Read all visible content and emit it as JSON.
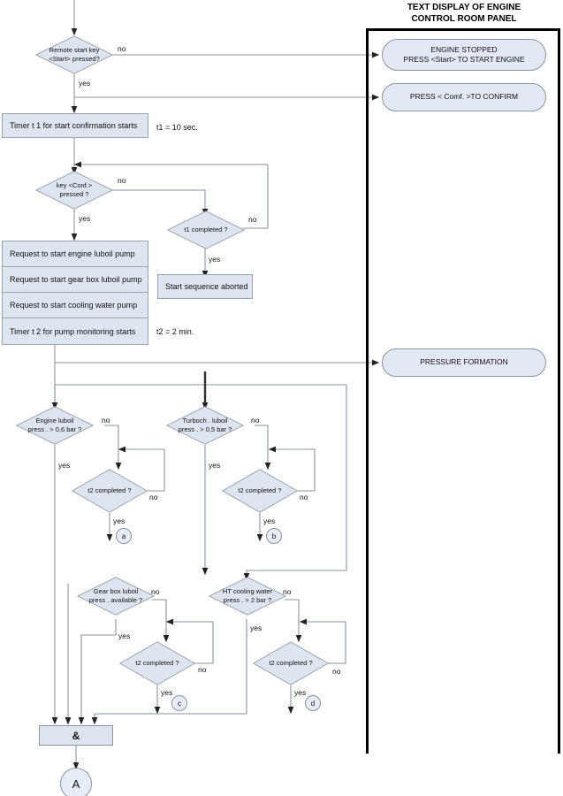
{
  "panel": {
    "title_line1": "TEXT DISPLAY OF ENGINE",
    "title_line2": "CONTROL ROOM PANEL",
    "displays": [
      {
        "line1": "ENGINE STOPPED",
        "line2": "PRESS  <Start> TO START ENGINE"
      },
      {
        "line1": "PRESS  < Comf. >TO CONFIRM",
        "line2": ""
      },
      {
        "line1": "PRESSURE FORMATION",
        "line2": ""
      }
    ]
  },
  "decisions": {
    "remote_start": {
      "line1": "Remote start key",
      "line2": "<Start> pressed?"
    },
    "key_conf": {
      "line1": "key <Conf.>",
      "line2": "pressed  ?"
    },
    "t1_completed": {
      "line1": "t1 completed  ?",
      "line2": ""
    },
    "engine_luboil": {
      "line1": "Engine luboil",
      "line2": "press . > 0,6 bar ?"
    },
    "turbo_luboil": {
      "line1": "Turboch . luboil",
      "line2": "press . > 0,5 bar ?"
    },
    "gearbox_luboil": {
      "line1": "Gear box luboil",
      "line2": "press . available  ?"
    },
    "ht_cooling": {
      "line1": "HT cooling water",
      "line2": "press . > 2 bar ?"
    },
    "t2_a": {
      "line1": "t2 completed   ?",
      "line2": ""
    },
    "t2_b": {
      "line1": "t2 completed   ?",
      "line2": ""
    },
    "t2_c": {
      "line1": "t2 completed   ?",
      "line2": ""
    },
    "t2_d": {
      "line1": "t2 completed   ?",
      "line2": ""
    }
  },
  "processes": {
    "timer_t1": "Timer t 1 for start confirmation starts",
    "abort": "Start sequence aborted",
    "pump_requests": [
      "Request to start engine luboil pump",
      "Request to start gear box luboil pump",
      "Request to start cooling water pump",
      "Timer t 2 for pump monitoring starts"
    ]
  },
  "notes": {
    "t1_value": "t1 = 10 sec.",
    "t2_value": "t2 = 2 min."
  },
  "edge_labels": {
    "yes": "yes",
    "no": "no"
  },
  "connectors": {
    "a": "a",
    "b": "b",
    "c": "c",
    "d": "d",
    "A": "A"
  },
  "gate": {
    "and_symbol": "&"
  },
  "colors": {
    "node_fill": "#dde5f0",
    "node_stroke": "#9aa5b1",
    "line": "#8b95a1",
    "panel_frame": "#000000",
    "text": "#111111"
  }
}
